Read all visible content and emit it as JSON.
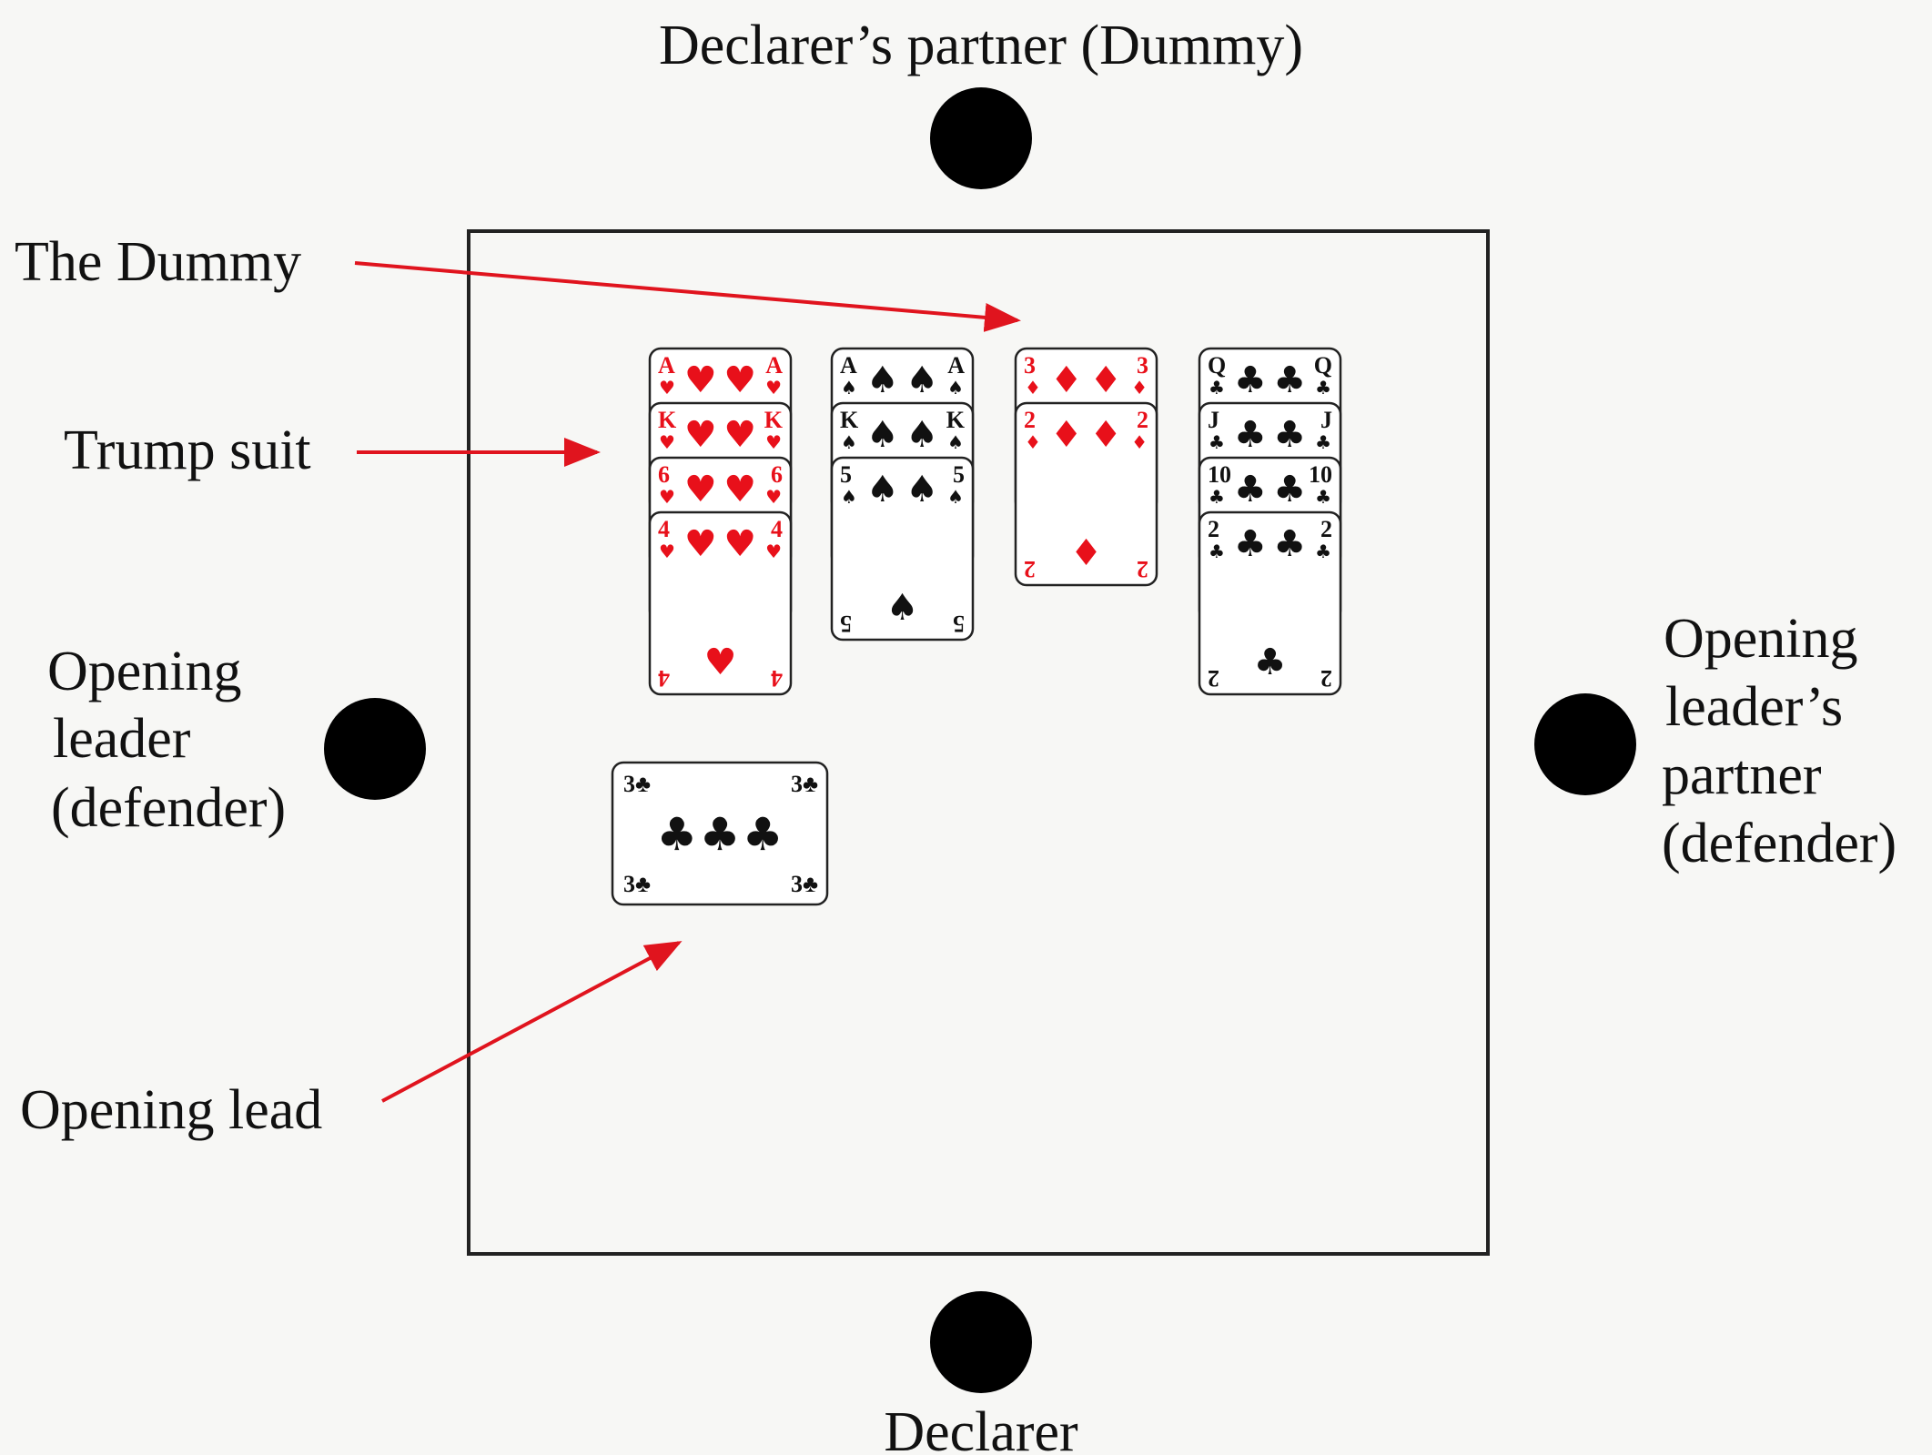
{
  "labels": {
    "dummy_seat": "Declarer’s partner (Dummy)",
    "the_dummy": "The Dummy",
    "trump_suit": "Trump suit",
    "opening_leader": [
      "Opening",
      "leader",
      "(defender)"
    ],
    "opening_leader_partner": [
      "Opening",
      "leader’s",
      "partner",
      "(defender)"
    ],
    "opening_lead": "Opening lead",
    "declarer": "Declarer"
  },
  "colors": {
    "red_suit": "#e8101a",
    "black_suit": "#111111",
    "arrow": "#e0141e",
    "seat": "#000000",
    "table_border": "#222222"
  },
  "dummy_hand": [
    {
      "suit": "hearts",
      "symbol": "♥",
      "color": "red",
      "cards": [
        "A",
        "K",
        "6",
        "4"
      ]
    },
    {
      "suit": "spades",
      "symbol": "♠",
      "color": "black",
      "cards": [
        "A",
        "K",
        "5"
      ]
    },
    {
      "suit": "diamonds",
      "symbol": "♦",
      "color": "red",
      "cards": [
        "3",
        "2"
      ]
    },
    {
      "suit": "clubs",
      "symbol": "♣",
      "color": "black",
      "cards": [
        "Q",
        "J",
        "10",
        "2"
      ]
    }
  ],
  "opening_lead_card": {
    "rank": "3",
    "suit": "clubs",
    "symbol": "♣",
    "color": "black"
  }
}
